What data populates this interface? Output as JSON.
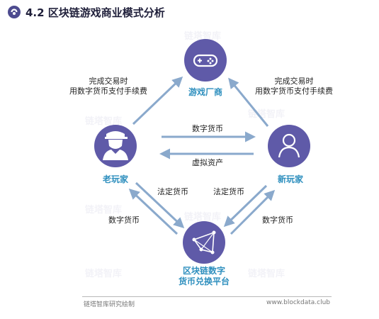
{
  "header": {
    "title": "4.2 区块链游戏商业模式分析",
    "accent_color": "#4d4b8f",
    "icon": "circle-badge-icon"
  },
  "nodes": {
    "game_vendor": {
      "label": "游戏厂商",
      "icon": "gamepad-icon"
    },
    "old_player": {
      "label": "老玩家",
      "icon": "player-with-cap-icon"
    },
    "new_player": {
      "label": "新玩家",
      "icon": "user-outline-icon"
    },
    "exchange": {
      "label_line1": "区块链数字",
      "label_line2": "货币兑换平台",
      "icon": "network-icon"
    }
  },
  "edges": {
    "old_to_vendor_line1": "完成交易时",
    "old_to_vendor_line2": "用数字货币支付手续费",
    "new_to_vendor_line1": "完成交易时",
    "new_to_vendor_line2": "用数字货币支付手续费",
    "old_to_new": "数字货币",
    "new_to_old": "虚拟资产",
    "old_to_exchange": "法定货币",
    "exchange_to_old": "数字货币",
    "new_to_exchange": "法定货币",
    "exchange_to_new": "数字货币"
  },
  "watermark": "链塔智库",
  "footer": {
    "source": "链塔智库研究绘制",
    "url": "www.blockdata.club"
  },
  "colors": {
    "node_fill": "#5f5aa8",
    "arrow": "#8aa9cc",
    "node_label": "#2e8fbe",
    "title": "#1f1f3a"
  }
}
